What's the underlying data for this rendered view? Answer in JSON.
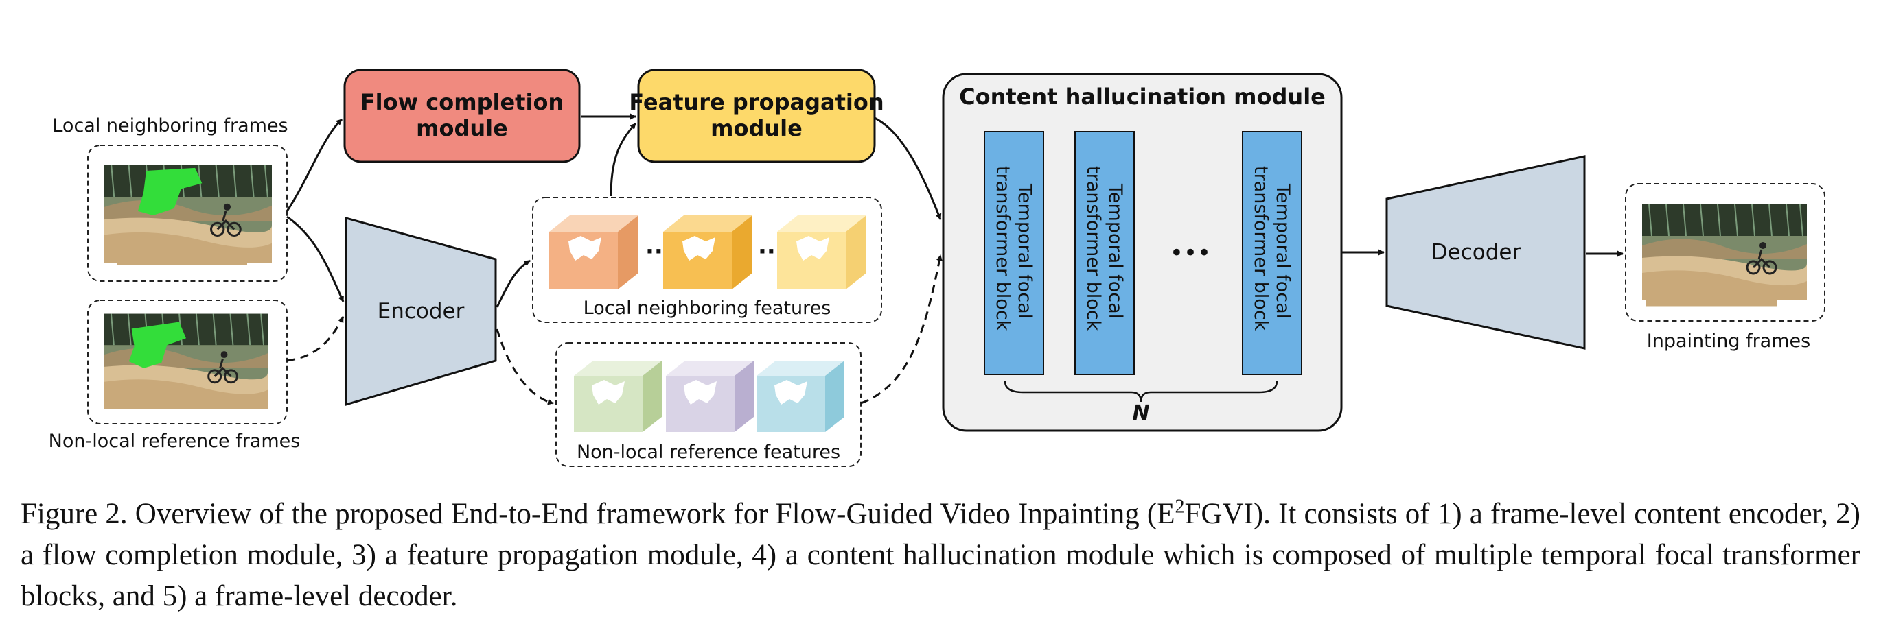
{
  "diagram": {
    "local_frames_label": "Local neighboring frames",
    "nonlocal_frames_label": "Non-local reference frames",
    "encoder_label": "Encoder",
    "flow_module": {
      "line1": "Flow completion",
      "line2": "module"
    },
    "feature_module": {
      "line1": "Feature propagation",
      "line2": "module"
    },
    "local_features_label": "Local neighboring features",
    "nonlocal_features_label": "Non-local reference features",
    "content_module_label": "Content hallucination module",
    "transformer_block": {
      "line1": "Temporal focal",
      "line2": "transformer block"
    },
    "ellipsis_small": "···",
    "ellipsis_large": "•••",
    "repeat_label": "N",
    "decoder_label": "Decoder",
    "output_label": "Inpainting frames",
    "colors": {
      "flow_module": "#f08a7f",
      "feature_module": "#fdd96a",
      "encoder_decoder": "#cbd7e3",
      "transformer_block": "#6cb1e4",
      "content_module_bg": "#f0f0f0",
      "local_cubes": [
        "#f4b184",
        "#f7bf52",
        "#fde49a"
      ],
      "nonlocal_cubes": [
        "#d6e6c4",
        "#d9d3e6",
        "#b9dfe9"
      ],
      "mask_green": "#33dd3a"
    }
  },
  "caption": {
    "prefix": "Figure 2. Overview of the proposed End-to-End framework for Flow-Guided Video Inpainting (E",
    "superscript": "2",
    "suffix": "FGVI). It consists of 1) a frame-level content encoder, 2) a flow completion module, 3) a feature propagation module, 4) a content hallucination module which is composed of multiple temporal focal transformer blocks, and 5) a frame-level decoder."
  }
}
